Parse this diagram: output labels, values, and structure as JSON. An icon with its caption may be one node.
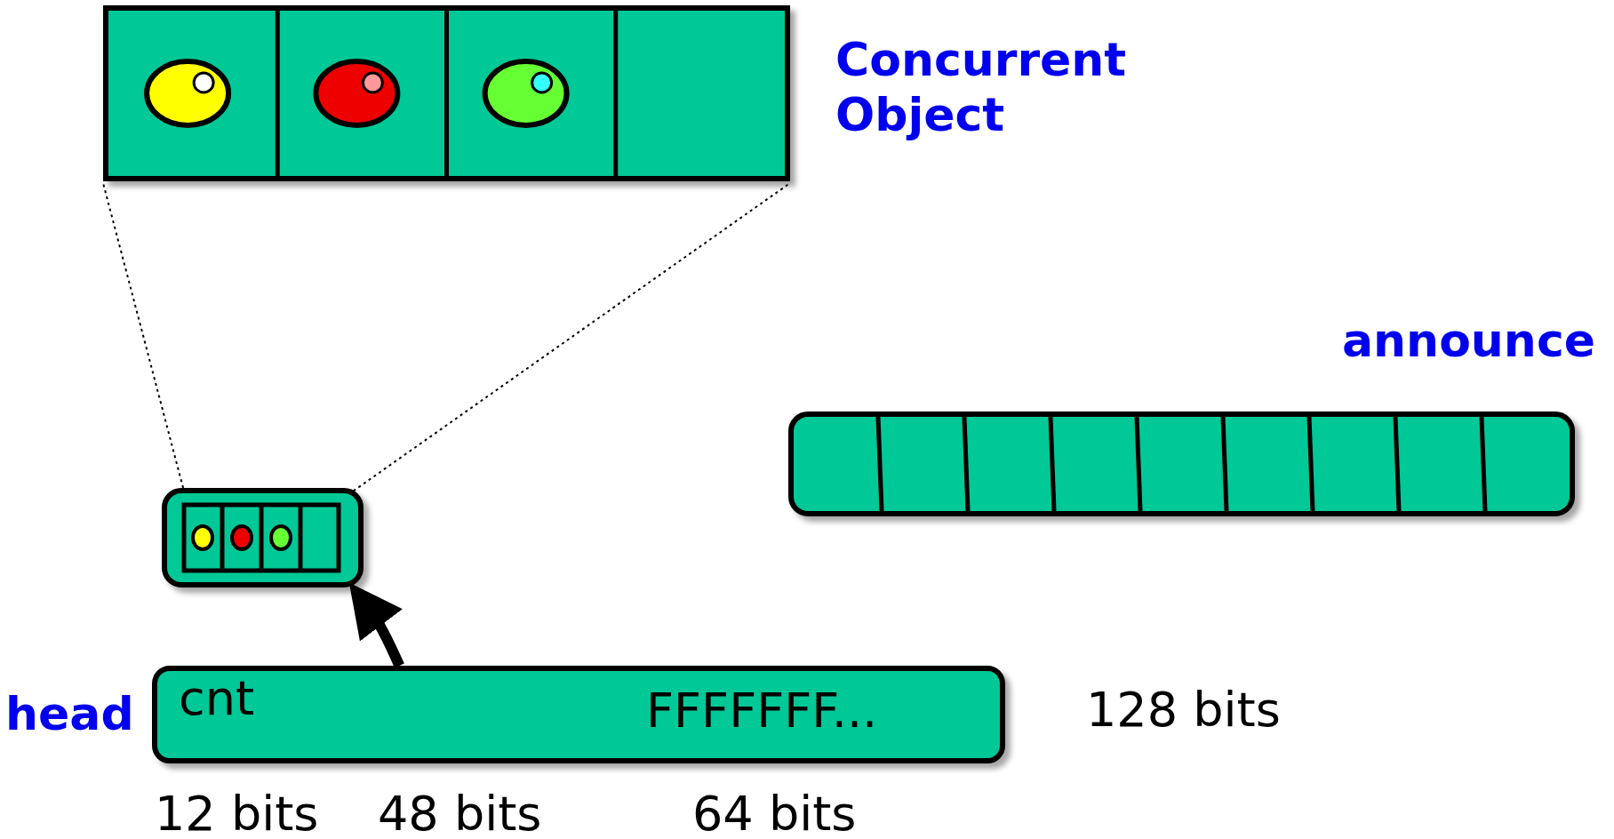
{
  "diagram": {
    "nodes": [
      {
        "text": [
          "Concurrent Object"
        ]
      },
      {
        "text": [],
        "shape": "box"
      },
      {
        "text": [
          "announce"
        ]
      },
      {
        "text": [
          "head",
          "cnt",
          "FFFFFFF..."
        ]
      }
    ],
    "edges": [
      {
        "from": 1,
        "to": 0,
        "arrow": "none",
        "style": "dashed"
      },
      {
        "from": 1,
        "to": 0,
        "arrow": "none",
        "style": "dashed"
      },
      {
        "from": 3,
        "to": 1,
        "arrow": "to",
        "style": "thick"
      }
    ],
    "labels": [
      "128 bits",
      "12 bits",
      "48 bits",
      "64 bits"
    ]
  }
}
